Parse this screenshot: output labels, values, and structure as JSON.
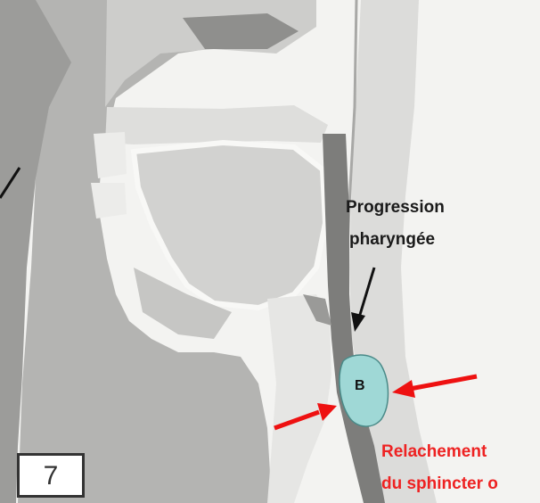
{
  "labels": {
    "progression_line1": "Progression",
    "progression_line2": "pharyngée",
    "relaxation_line1": "Relachement",
    "relaxation_line2": "du sphincter o",
    "bolus": "B",
    "panel_number": "7"
  },
  "colors": {
    "bolus_fill": "#9fd8d6",
    "relaxation_text": "#ee2222",
    "red_arrow": "#ee1111",
    "black_arrow": "#111111"
  }
}
